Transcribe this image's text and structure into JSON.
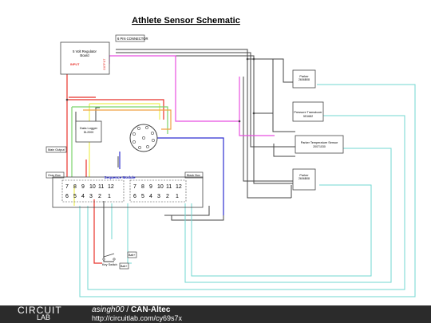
{
  "title": "Athlete Sensor Schematic",
  "labels": {
    "pin_connector": "6 PIN CONNECTOR",
    "regulator_line1": "5 Volt Regulator",
    "regulator_line2": "Board",
    "regulator_input": "INPUT",
    "regulator_output": "OUTPUT",
    "parker1_name": "Parker",
    "parker1_part": "2606B08",
    "pressure_name": "Pressure Transducer",
    "pressure_part": "5S1682",
    "temp_name": "Parker Temperature Sensor",
    "temp_part": "20071030",
    "parker2_name": "Parker",
    "parker2_part": "2606B08",
    "logger_line1": "Data Logger",
    "logger_line2": "DL2000",
    "main_output": "Main Output",
    "gray_box": "Gray Box",
    "black_box": "Black Box",
    "sequence_module": "Sequence Module",
    "key_switch": "Key Switch",
    "batt1": "Batt+",
    "batt2": "Batt+"
  },
  "pins_top": [
    "7",
    "8",
    "9",
    "10",
    "11",
    "12"
  ],
  "pins_bottom": [
    "6",
    "5",
    "4",
    "3",
    "2",
    "1"
  ],
  "footer": {
    "logo_top": "CIRCUIT",
    "logo_bottom": "LAB",
    "user": "asingh00",
    "separator": " / ",
    "project": "CAN-Altec",
    "url": "http://circuitlab.com/cy69s7x"
  },
  "colors": {
    "red": "#e8322a",
    "magenta": "#e84fe0",
    "yellow": "#eeee55",
    "green": "#7ad36a",
    "blue": "#2d2fd0",
    "cyan": "#72d7d0",
    "orange": "#f0a040",
    "gray": "#444444",
    "footer_bg": "#2b2b2b"
  }
}
